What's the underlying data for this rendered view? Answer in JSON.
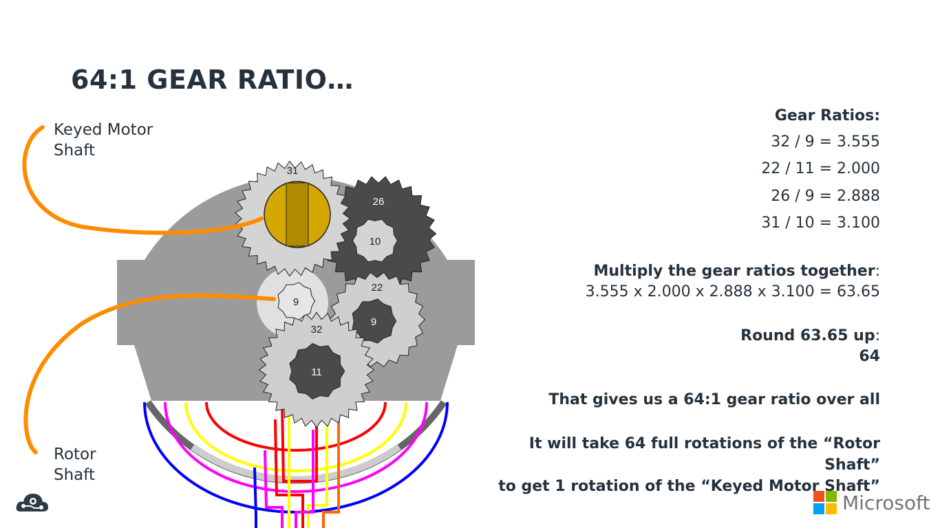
{
  "title": "64:1 GEAR RATIO…",
  "labels": {
    "keyed_motor_shaft": [
      "Keyed Motor",
      "Shaft"
    ],
    "rotor_shaft": [
      "Rotor",
      "Shaft"
    ]
  },
  "gear_teeth": {
    "g31": "31",
    "g26": "26",
    "g10": "10",
    "g9a": "9",
    "g22": "22",
    "g9b": "9",
    "g32": "32",
    "g11": "11"
  },
  "ratios": {
    "heading": "Gear Ratios:",
    "lines": [
      "32 / 9 = 3.555",
      "22 / 11 = 2.000",
      "26 / 9 = 2.888",
      "31 / 10 = 3.100"
    ]
  },
  "multiply": {
    "heading": "Multiply the gear ratios together",
    "colon": ":",
    "equation": "3.555 x 2.000 x 2.888 x 3.100 = 63.65"
  },
  "round": {
    "heading": "Round 63.65 up",
    "colon": ":",
    "value": "64"
  },
  "overall": "That gives us a 64:1 gear ratio over all",
  "rotations": [
    "It will take 64 full rotations of the “Rotor",
    "Shaft”",
    "to get 1 rotation of the “Keyed Motor Shaft”"
  ],
  "brand": {
    "name": "Microsoft",
    "colors": [
      "#f25022",
      "#7fba00",
      "#00a4ef",
      "#ffb900"
    ]
  },
  "colors": {
    "text": "#25323d",
    "housing": "#9b9b9b",
    "orange": "#ff8c00"
  }
}
